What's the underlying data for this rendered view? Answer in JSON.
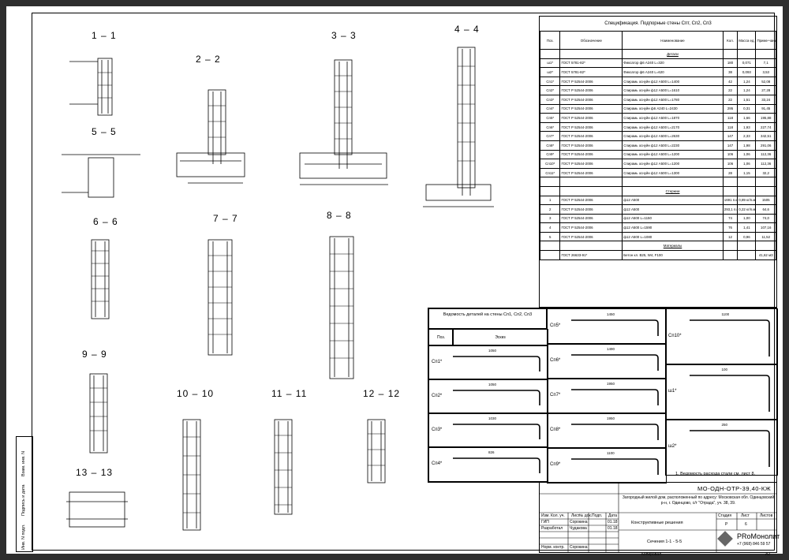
{
  "sections": [
    "1 – 1",
    "2 – 2",
    "3 – 3",
    "4 – 4",
    "5 – 5",
    "6 – 6",
    "7 – 7",
    "8 – 8",
    "9 – 9",
    "10 – 10",
    "11 – 11",
    "12 – 12",
    "13 – 13"
  ],
  "spec": {
    "title": "Спецификация. Подпорные стены Спт, Сп2, Сп3",
    "headers": [
      "Поз.",
      "Обозначение",
      "Наименование",
      "Кол.",
      "Масса ед., кг",
      "Приме-чание"
    ],
    "group_details": "Детали",
    "rows": [
      [
        "ш1*",
        "ГОСТ 5781-82*",
        "Фиксатор ф6 А240   L=320",
        "180",
        "0,071",
        "7,1"
      ],
      [
        "ш2*",
        "ГОСТ 5781-82*",
        "Фиксатор ф6 А240   L=620",
        "38",
        "0,093",
        "3,53"
      ],
      [
        "Сп1*",
        "ГОСТ Р 52544-2006",
        "Спирамь оснуйн ф12 А500   L=1400",
        "42",
        "1,24",
        "52,08"
      ],
      [
        "Сп2*",
        "ГОСТ Р 52544-2006",
        "Спирамь оснуйн ф12 А500   L=1610",
        "22",
        "1,24",
        "27,28"
      ],
      [
        "Сп3*",
        "ГОСТ Р 52544-2006",
        "Спирамь оснуйн ф12 А500   L=1780",
        "22",
        "1,51",
        "33,24"
      ],
      [
        "Сп4*",
        "ГОСТ Р 52544-2006",
        "Спирамь оснуйн ф6 А240   L=2430",
        "295",
        "0,31",
        "91,45"
      ],
      [
        "Сп5*",
        "ГОСТ Р 52544-2006",
        "Спирамь оснуйн ф12 А500   L=1870",
        "118",
        "1,66",
        "195,88"
      ],
      [
        "Сп6*",
        "ГОСТ Р 52544-2006",
        "Спирамь оснуйн ф12 А500   L=2170",
        "118",
        "1,93",
        "227,74"
      ],
      [
        "Сп7*",
        "ГОСТ Р 52544-2006",
        "Спирамь оснуйн ф12 А500   L=2630",
        "147",
        "2,33",
        "342,51"
      ],
      [
        "Сп8*",
        "ГОСТ Р 52544-2006",
        "Спирамь оснуйн ф12 А500   L=2230",
        "147",
        "1,98",
        "291,06"
      ],
      [
        "Сп9*",
        "ГОСТ Р 52544-2006",
        "Спирамь оснуйн ф12 А500   L=1200",
        "106",
        "1,06",
        "112,36"
      ],
      [
        "Сп10*",
        "ГОСТ Р 52544-2006",
        "Спирамь оснуйн ф12 А500   L=1200",
        "106",
        "1,06",
        "112,36"
      ],
      [
        "Сп11*",
        "ГОСТ Р 52544-2006",
        "Спирамь оснуйн ф12 А500   L=1300",
        "28",
        "1,15",
        "32,2"
      ]
    ],
    "group_rebar": "Стержни",
    "rows2": [
      [
        "1",
        "ГОСТ Р 52544-2006",
        "ф12 А500",
        "1691 п.м",
        "0,89 кг/п.м",
        "1505"
      ],
      [
        "2",
        "ГОСТ Р 52544-2006",
        "ф12 А500",
        "293,1 п.м",
        "0,22 кг/п.м",
        "64,6"
      ],
      [
        "3",
        "ГОСТ Р 52544-2006",
        "ф12 А500   L=1150",
        "74",
        "1,00",
        "74,0"
      ],
      [
        "4",
        "ГОСТ Р 52544-2006",
        "ф12 А500   L=1590",
        "76",
        "1,41",
        "107,16"
      ],
      [
        "5",
        "ГОСТ Р 52544-2006",
        "ф12 А500   L=1080",
        "12",
        "0,96",
        "11,52"
      ]
    ],
    "group_materials": "Материалы",
    "rows3": [
      [
        "",
        "ГОСТ 26633-91*",
        "Бетон кл. В25, W4, F100",
        "",
        "",
        "41,62 м3"
      ]
    ]
  },
  "bend": {
    "title": "Ведомость деталей на стены Сп1, Сп2, Сп3",
    "col_pos": "Поз.",
    "col_sketch": "Эскиз",
    "left": [
      "Сп1*",
      "Сп2*",
      "Сп3*",
      "Сп4*"
    ],
    "left_dims": [
      "1050",
      "1050",
      "1030",
      "826"
    ],
    "mid": [
      "Сп5*",
      "Сп6*",
      "Сп7*",
      "Сп8*",
      "Сп9*"
    ],
    "mid_dims": [
      "1450",
      "1490",
      "1950",
      "1950",
      "1100"
    ],
    "right": [
      "Сп10*",
      "ш1*",
      "ш2*"
    ],
    "right_dims": [
      "1100",
      "100",
      "250"
    ],
    "note": "1. Ведомость расхода стали см. лист 8."
  },
  "title_block": {
    "code": "МО-ОДН-ОТР-39,40-КЖ",
    "project": "Загородный жилой дом, расположенный по адресу: Московская обл. Одинцовский р-н, г. Одинцово, с/т \"Отрада\", уч. 38, 39.",
    "heads": [
      "Изм.",
      "Кол. уч.",
      "Лист",
      "№ док.",
      "Подп.",
      "Дата"
    ],
    "roles": [
      [
        "ГИП",
        "Сорокина",
        "01.18"
      ],
      [
        "Разработал",
        "Чудакова",
        "01.18"
      ],
      [
        "",
        ""
      ],
      [
        "",
        ""
      ],
      [
        "Норм. контр.",
        "Сорокина"
      ]
    ],
    "stage_heads": [
      "Стадия",
      "Лист",
      "Листов"
    ],
    "stage_vals": [
      "Р",
      "6",
      ""
    ],
    "section": "Конструктивные решения",
    "sheet_name": "Сечения 1-1 - 5-5",
    "company": "PRoМонолит",
    "phone": "+7 (968) 846 59 57",
    "copied": "Копировал",
    "format": "А2"
  },
  "stamp": [
    "Инв. N подл.",
    "Подпись и дата",
    "Взам. инв. N"
  ]
}
